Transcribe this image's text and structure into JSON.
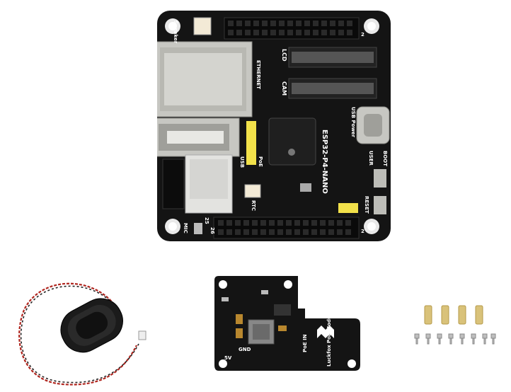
{
  "main_board": {
    "chip_label": "ESP32-P4-NANO",
    "labels": {
      "speaker": "Speaker",
      "ethernet": "ETHERNET",
      "lcd": "LCD",
      "cam": "CAM",
      "usb_power": "USB Power",
      "usb": "USB",
      "poe": "PoE",
      "rtc": "RTC",
      "user": "USER",
      "boot": "BOOT",
      "reset": "RESET",
      "mic": "MIC",
      "pin_top_right": "2",
      "pin_bottom_right": "2",
      "pin_25": "25",
      "pin_26": "26"
    }
  },
  "poe_module": {
    "title": "Luckfox PoE Module",
    "poe_in": "PoE IN",
    "gnd": "GND",
    "v5": "5V"
  },
  "accessories": {
    "speaker_item": "speaker",
    "standoffs_count": 4,
    "screws_count": 8
  },
  "colors": {
    "pcb": "#141414",
    "header_yellow": "#f2e14a",
    "metal": "#c7c7c2",
    "brass": "#d9c27a"
  }
}
